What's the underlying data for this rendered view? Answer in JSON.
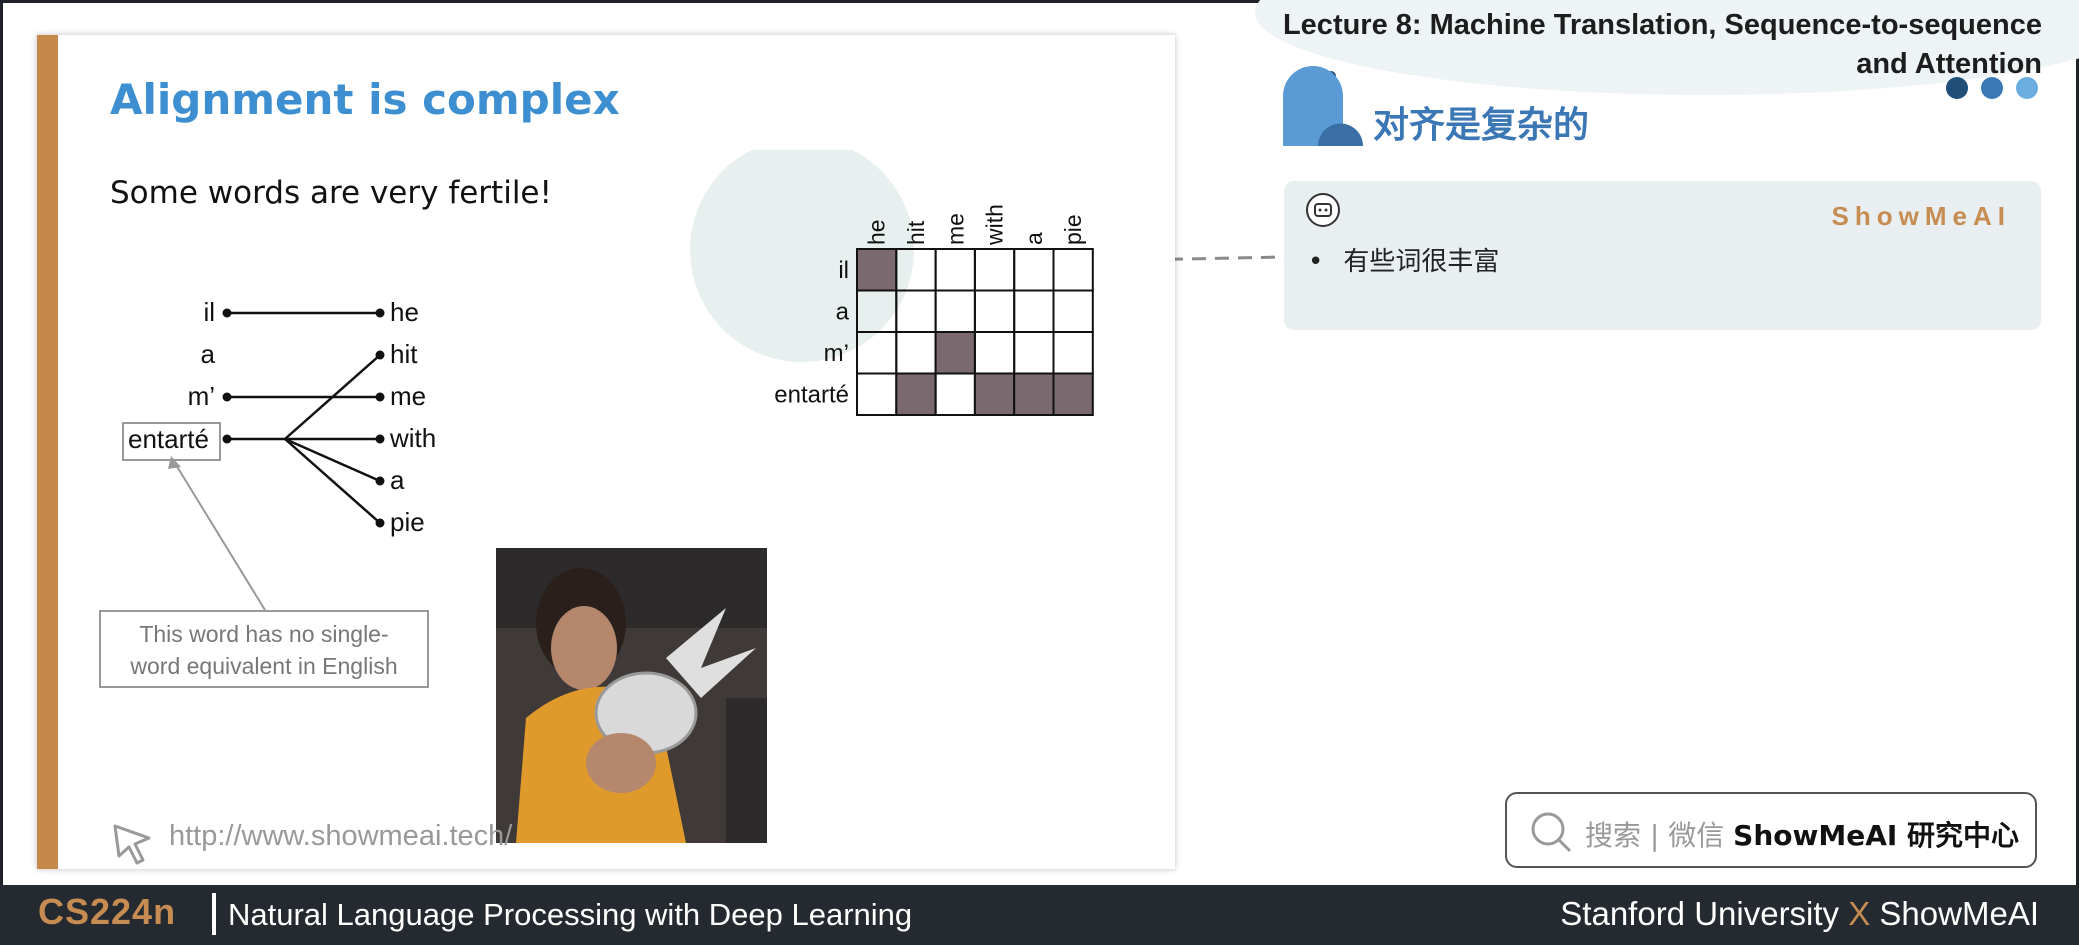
{
  "header": {
    "lecture_title_line1": "Lecture 8: Machine Translation, Sequence-to-sequence",
    "lecture_title_line2": "and Attention"
  },
  "panel": {
    "section_title": "对齐是复杂的",
    "brand": "ShowMeAI",
    "bullet_marker": "•",
    "bullet_text": "有些词很丰富",
    "search_text": "搜索 | 微信",
    "search_brand": "ShowMeAI 研究中心"
  },
  "slide": {
    "title": "Alignment is complex",
    "subtitle": "Some words are very fertile!",
    "french_words": [
      "il",
      "a",
      "m’",
      "entarté"
    ],
    "english_words": [
      "he",
      "hit",
      "me",
      "with",
      "a",
      "pie"
    ],
    "note_line1": "This word has no single-",
    "note_line2": "word equivalent in English",
    "url": "http://www.showmeai.tech/",
    "matrix": {
      "cols": [
        "he",
        "hit",
        "me",
        "with",
        "a",
        "pie"
      ],
      "rows": [
        "il",
        "a",
        "m’",
        "entarté"
      ],
      "filled": [
        [
          0,
          0
        ],
        [
          2,
          2
        ],
        [
          3,
          1
        ],
        [
          3,
          3
        ],
        [
          3,
          4
        ],
        [
          3,
          5
        ]
      ],
      "fill_color": "#7a6a70"
    }
  },
  "footer": {
    "course": "CS224n",
    "course_subtitle": "Natural Language Processing with Deep Learning",
    "credit_left": "Stanford University",
    "credit_x": "X",
    "credit_right": "ShowMeAI"
  },
  "colors": {
    "accent_orange": "#c68c52",
    "title_blue": "#3d8fd1",
    "dark_bar": "#252a30"
  }
}
